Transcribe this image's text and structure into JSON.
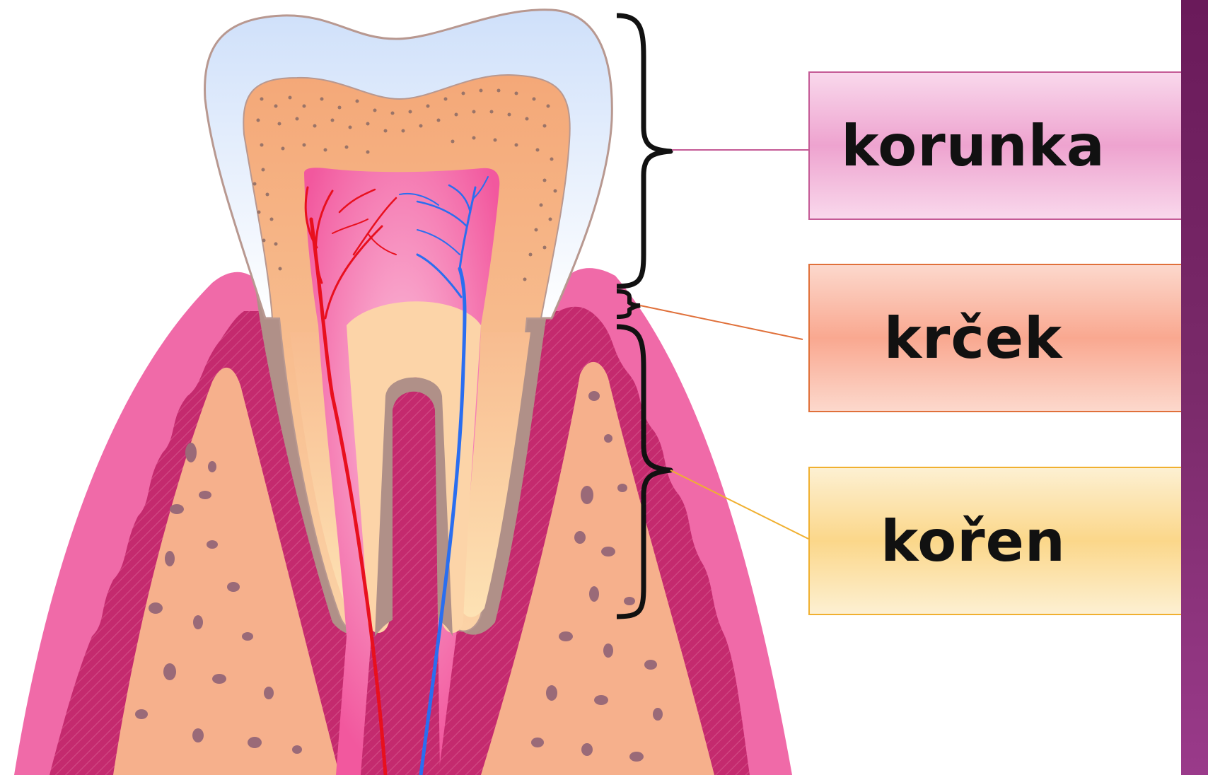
{
  "labels": {
    "korunka": {
      "text": "korunka",
      "top": "#f9d8ec",
      "bottom": "#eea3cf",
      "border": "#c45a96",
      "line": "#c45a96"
    },
    "krcek": {
      "text": "krček",
      "top": "#fcd8cc",
      "bottom": "#f9a890",
      "border": "#e0703a",
      "line": "#e0703a"
    },
    "koren": {
      "text": "kořen",
      "top": "#fdf0d2",
      "bottom": "#fbd78a",
      "border": "#f0b030",
      "line": "#f0b030"
    }
  },
  "colors": {
    "gum": "#f06aa8",
    "gum_dark": "#c4286e",
    "bone": "#f6b08c",
    "enamel": "#e8f0fb",
    "dentin": "#f7b88e",
    "cementum": "#b09088",
    "pulp": "#f25aa0",
    "artery": "#e8101e",
    "vein": "#2a6ef0",
    "side_bar": "#7a2a6a"
  },
  "icons": [
    "tooth-diagram",
    "brace-bracket-icon",
    "leader-line"
  ]
}
